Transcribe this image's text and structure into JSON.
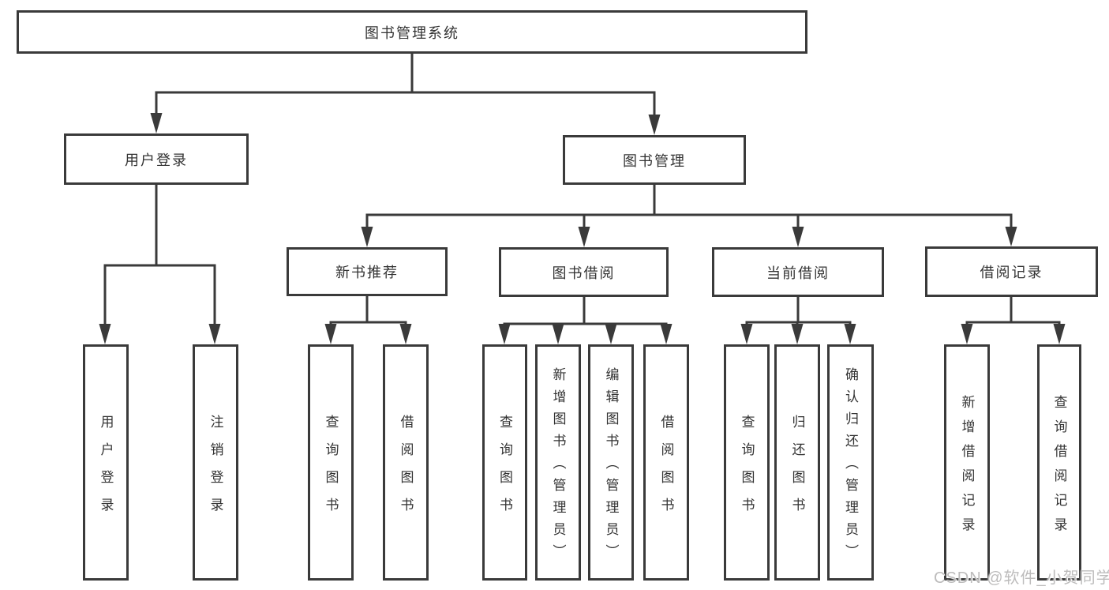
{
  "nodes": {
    "root": "图书管理系统",
    "l2": [
      "用户登录",
      "图书管理"
    ],
    "l3": [
      "新书推荐",
      "图书借阅",
      "当前借阅",
      "借阅记录"
    ],
    "l4": [
      "用户登录",
      "注销登录",
      "查询图书",
      "借阅图书",
      "查询图书",
      "新增图书（管理员）",
      "编辑图书（管理员）",
      "借阅图书",
      "查询图书",
      "归还图书",
      "确认归还（管理员）",
      "新增借阅记录",
      "查询借阅记录"
    ]
  },
  "hierarchy": {
    "图书管理系统": [
      "用户登录",
      "图书管理"
    ],
    "用户登录": [
      "用户登录",
      "注销登录"
    ],
    "图书管理": [
      "新书推荐",
      "图书借阅",
      "当前借阅",
      "借阅记录"
    ],
    "新书推荐": [
      "查询图书",
      "借阅图书"
    ],
    "图书借阅": [
      "查询图书",
      "新增图书（管理员）",
      "编辑图书（管理员）",
      "借阅图书"
    ],
    "当前借阅": [
      "查询图书",
      "归还图书",
      "确认归还（管理员）"
    ],
    "借阅记录": [
      "新增借阅记录",
      "查询借阅记录"
    ]
  },
  "watermark": "CSDN @软件_小贺同学",
  "colors": {
    "line": "#3a3a3a",
    "box_border": "#3a3a3a",
    "text": "#333333",
    "watermark": "#bdbcbc",
    "background": "#ffffff"
  }
}
